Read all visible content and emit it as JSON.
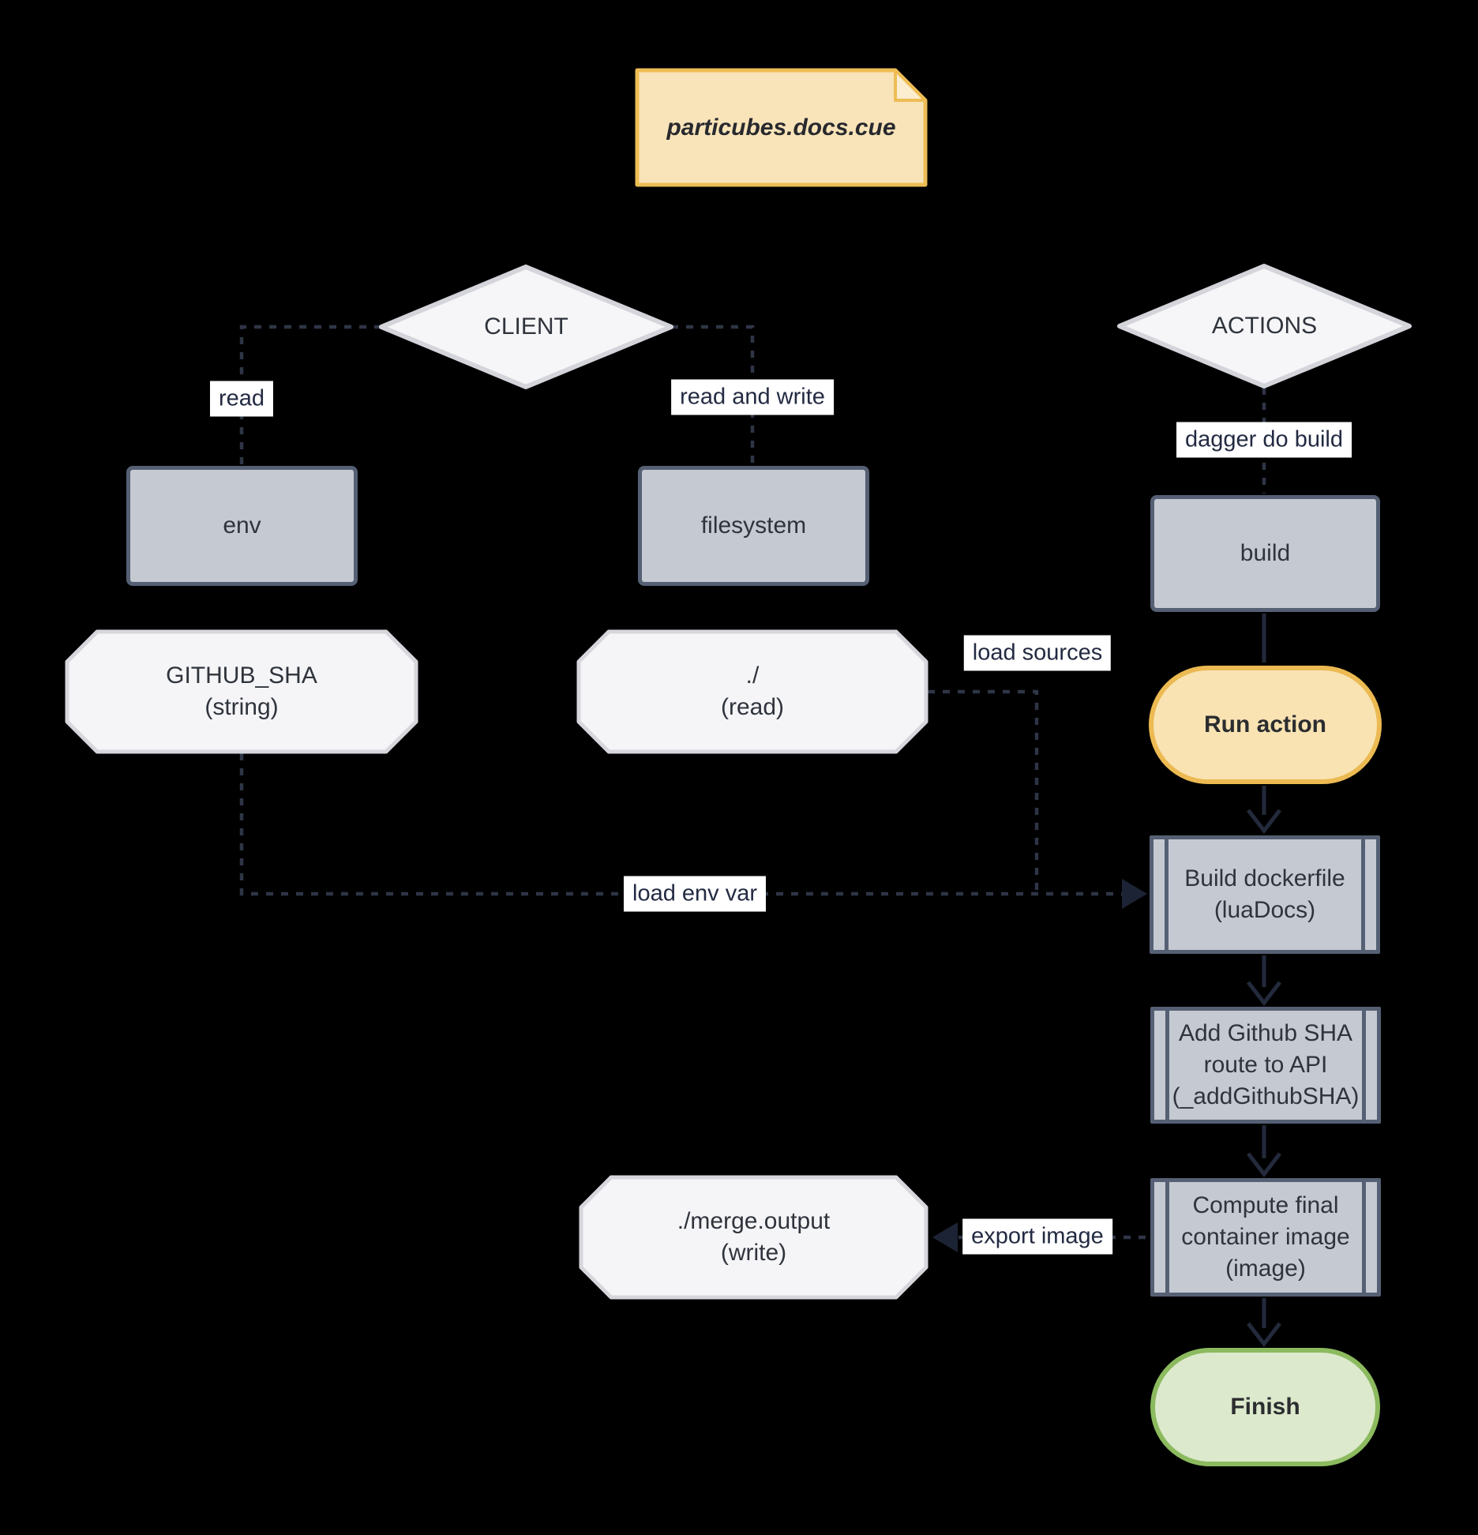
{
  "note": {
    "label": "particubes.docs.cue"
  },
  "nodes": {
    "client": {
      "label": "CLIENT"
    },
    "actions": {
      "label": "ACTIONS"
    },
    "env": {
      "label": "env"
    },
    "filesystem": {
      "label": "filesystem"
    },
    "build": {
      "label": "build"
    },
    "github_sha": {
      "lines": [
        "GITHUB_SHA",
        "(string)"
      ]
    },
    "local_read": {
      "lines": [
        "./",
        "(read)"
      ]
    },
    "merge_output": {
      "lines": [
        "./merge.output",
        "(write)"
      ]
    },
    "run_action": {
      "label": "Run action"
    },
    "build_dockerfile": {
      "lines": [
        "Build dockerfile",
        "(luaDocs)"
      ]
    },
    "add_github_sha": {
      "lines": [
        "Add Github SHA",
        "route to API",
        "(_addGithubSHA)"
      ]
    },
    "compute_image": {
      "lines": [
        "Compute final",
        "container image",
        "(image)"
      ]
    },
    "finish": {
      "label": "Finish"
    }
  },
  "edge_labels": {
    "read": "read",
    "read_and_write": "read and write",
    "dagger_do_build": "dagger do build",
    "load_sources": "load sources",
    "load_env_var": "load env var",
    "export_image": "export image"
  },
  "colors": {
    "background": "#000000",
    "note_fill": "#f9e4b9",
    "note_border": "#edbd55",
    "box_fill": "#c5c9d2",
    "box_border": "#566074",
    "shape_fill": "#f5f5f7",
    "shape_border": "#d6d6dc",
    "action_fill": "#f9e3b3",
    "action_border": "#ecba52",
    "finish_fill": "#dce9cc",
    "finish_border": "#8cba5e",
    "edge_dashed": "#2e3546",
    "edge_solid": "#232a3c",
    "label_bg": "#ffffff",
    "label_text": "#232a42",
    "node_text": "#2f333c"
  }
}
